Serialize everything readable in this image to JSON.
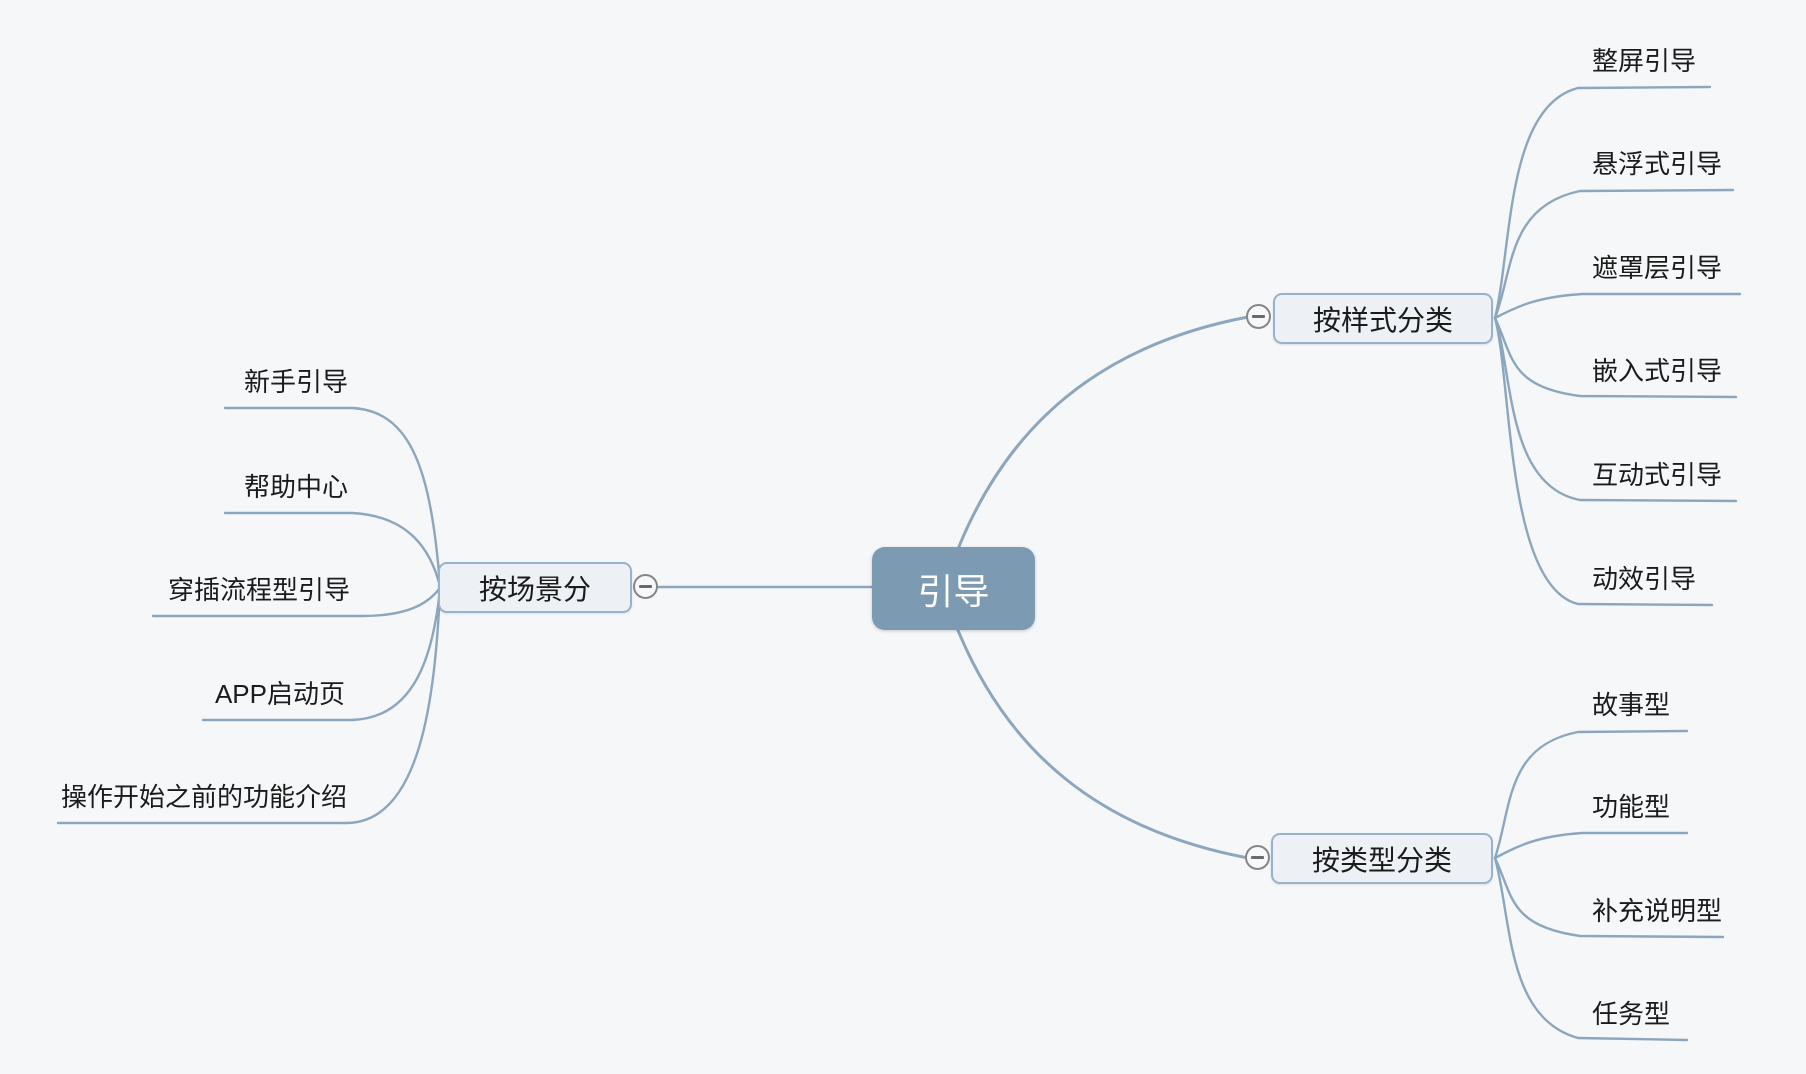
{
  "mindmap": {
    "root": {
      "label": "引导"
    },
    "branches": [
      {
        "label": "按场景分",
        "side": "left",
        "children": [
          "新手引导",
          "帮助中心",
          "穿插流程型引导",
          "APP启动页",
          "操作开始之前的功能介绍"
        ]
      },
      {
        "label": "按样式分类",
        "side": "right-top",
        "children": [
          "整屏引导",
          "悬浮式引导",
          "遮罩层引导",
          "嵌入式引导",
          "互动式引导",
          "动效引导"
        ]
      },
      {
        "label": "按类型分类",
        "side": "right-bottom",
        "children": [
          "故事型",
          "功能型",
          "补充说明型",
          "任务型"
        ]
      }
    ]
  },
  "icons": {
    "collapse": "minus-circle"
  },
  "colors": {
    "background": "#f6f7f8",
    "line": "#8ba6be",
    "root_fill": "#7d9ab3",
    "root_text": "#ffffff",
    "branch_fill": "#edf1f5",
    "branch_border": "#97b3cc",
    "leaf_text": "#1b1b1b",
    "collapse_ring": "#868686"
  }
}
